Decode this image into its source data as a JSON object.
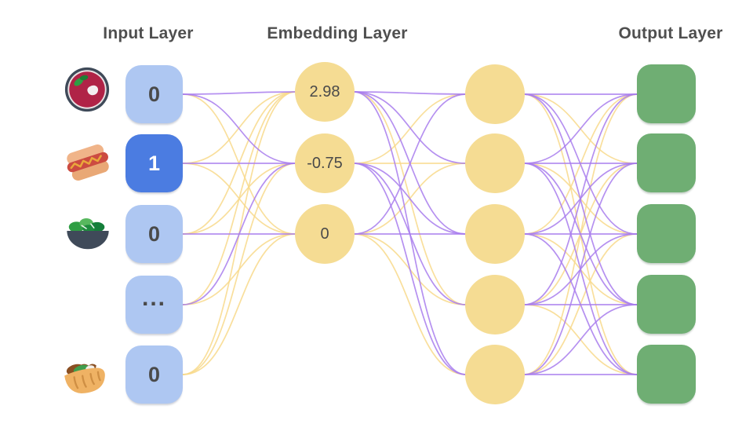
{
  "headers": {
    "input": "Input Layer",
    "embedding": "Embedding Layer",
    "output": "Output Layer"
  },
  "colors": {
    "edge_purple": "#a87ced",
    "edge_yellow": "#f8d98b",
    "input_box": "#aec7f2",
    "input_box_active": "#4b7ce1",
    "node_yellow": "#f5dc93",
    "output_green": "#6fae73",
    "text_dark": "#4a4a4a",
    "text_light": "#ffffff",
    "title_gray": "#4f4f4f"
  },
  "layers": {
    "input": {
      "items": [
        {
          "icon": "borscht-icon",
          "value": "0",
          "active": false
        },
        {
          "icon": "hotdog-icon",
          "value": "1",
          "active": true
        },
        {
          "icon": "salad-icon",
          "value": "0",
          "active": false
        },
        {
          "icon": null,
          "value": "...",
          "active": false
        },
        {
          "icon": "stuffed-flatbread-icon",
          "value": "0",
          "active": false
        }
      ]
    },
    "embedding": {
      "values": [
        "2.98",
        "-0.75",
        "0"
      ]
    },
    "hidden": {
      "count": 5
    },
    "output": {
      "count": 5
    }
  },
  "edges": {
    "input_to_embedding": [
      [
        "p",
        "p",
        "y"
      ],
      [
        "y",
        "p",
        "y"
      ],
      [
        "y",
        "y",
        "p"
      ],
      [
        "y",
        "p",
        "y"
      ],
      [
        "y",
        "y",
        "y"
      ]
    ],
    "embedding_to_hidden": [
      [
        "p",
        "p",
        "p",
        "y",
        "p"
      ],
      [
        "y",
        "y",
        "p",
        "p",
        "p"
      ],
      [
        "p",
        "y",
        "p",
        "y",
        "y"
      ]
    ],
    "hidden_to_output": [
      [
        "p",
        "y",
        "p",
        "p",
        "y"
      ],
      [
        "p",
        "p",
        "y",
        "p",
        "p"
      ],
      [
        "y",
        "p",
        "p",
        "y",
        "p"
      ],
      [
        "p",
        "y",
        "p",
        "p",
        "y"
      ],
      [
        "y",
        "p",
        "y",
        "p",
        "p"
      ]
    ]
  }
}
